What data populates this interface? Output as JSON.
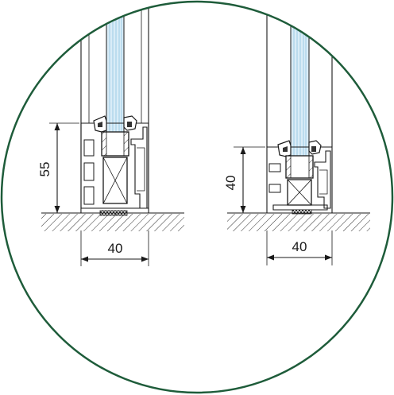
{
  "colors": {
    "circle_border": "#1e5c3a",
    "glass_fill": "#d9ecf7",
    "glass_lines": "#8fc3e0",
    "line": "#1a1a1a",
    "gasket_dark": "#333333",
    "background": "#ffffff"
  },
  "left_detail": {
    "height_label": "55",
    "width_label": "40"
  },
  "right_detail": {
    "height_label": "40",
    "width_label": "40"
  }
}
